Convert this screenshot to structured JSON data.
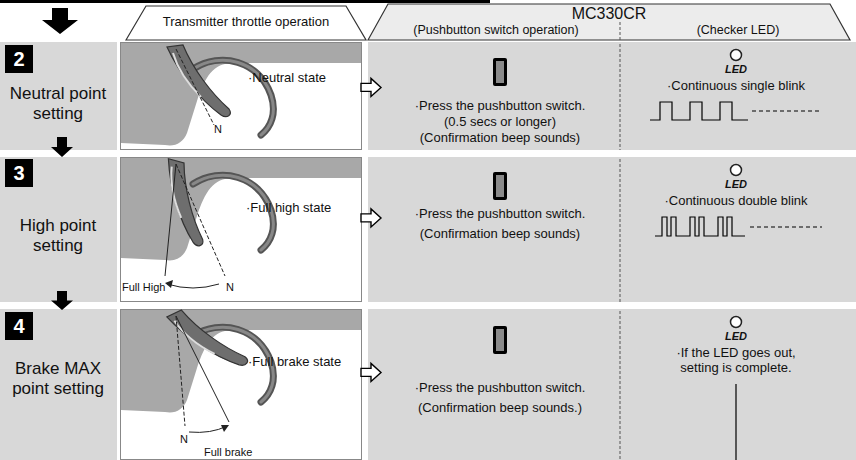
{
  "diagram": {
    "nodes": [
      {
        "text": [
          "Transmitter throttle operation"
        ]
      },
      {
        "text": [
          "MC330CR",
          "(Pushbutton switch operation)",
          "(Checker LED)"
        ]
      },
      {
        "text": [
          "2",
          "Neutral point setting"
        ]
      },
      {
        "text": [
          "·Neutral state"
        ]
      },
      {
        "text": [
          "·Press the pushbutton switch.",
          "(0.5 secs or longer)",
          "(Confirmation beep sounds)"
        ]
      },
      {
        "text": [
          "LED",
          "·Continuous single blink"
        ]
      },
      {
        "text": [
          "3",
          "High point setting"
        ]
      },
      {
        "text": [
          "·Full high state"
        ]
      },
      {
        "text": [
          "·Press the pushbutton switch.",
          "(Confirmation beep sounds)"
        ]
      },
      {
        "text": [
          "LED",
          "·Continuous double blink"
        ]
      },
      {
        "text": [
          "4",
          "Brake MAX point setting"
        ]
      },
      {
        "text": [
          "·Full brake state"
        ]
      },
      {
        "text": [
          "·Press the pushbutton switch.",
          "(Confirmation beep sounds.)"
        ]
      },
      {
        "text": [
          "LED",
          "·If the LED goes out, setting is complete."
        ]
      }
    ],
    "edges": [
      {
        "from": 2,
        "to": 6,
        "arrow": "to"
      },
      {
        "from": 6,
        "to": 10,
        "arrow": "to"
      },
      {
        "from": 3,
        "to": 4,
        "arrow": "to"
      },
      {
        "from": 7,
        "to": 8,
        "arrow": "to"
      },
      {
        "from": 11,
        "to": 12,
        "arrow": "to"
      }
    ],
    "labels": [
      "N",
      "Full High",
      "N",
      "N",
      "Full brake"
    ]
  }
}
